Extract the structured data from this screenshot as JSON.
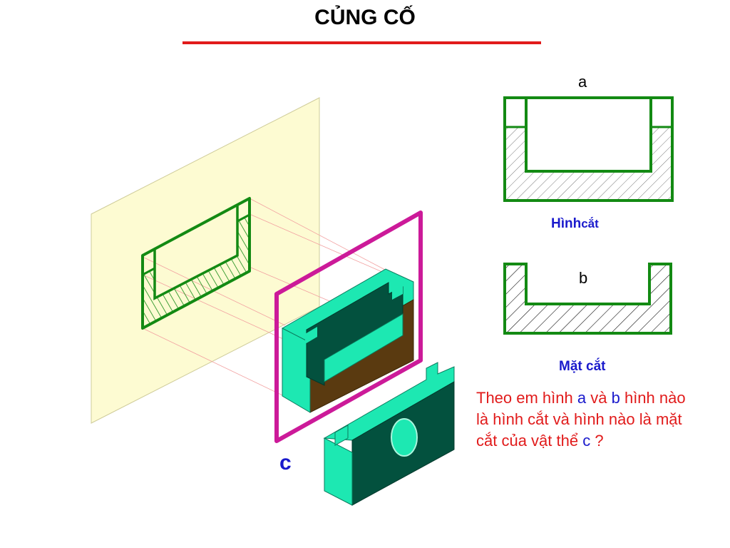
{
  "title": "CỦNG CỐ",
  "label_a": "a",
  "label_b": "b",
  "caption_a": {
    "part1": "Hình",
    "part2": "cắt"
  },
  "caption_b": "Mặt cắt",
  "object_label": "c",
  "question": {
    "t1": "Theo em hình ",
    "a": "a",
    "t2": " và ",
    "b": "b",
    "t3": " hình nào là hình cắt và hình nào là mặt cắt của vật thể ",
    "c": "c",
    "t4": " ?"
  },
  "colors": {
    "accent_red": "#e11b1b",
    "text_blue": "#1a1acc",
    "outline_green": "#138a13",
    "plane_yellow": "#fdfbd2",
    "cut_plane_magenta": "#cc1a99",
    "object_cyan": "#1de8b2",
    "object_dark": "#03513e",
    "section_brown": "#5a3a10"
  }
}
